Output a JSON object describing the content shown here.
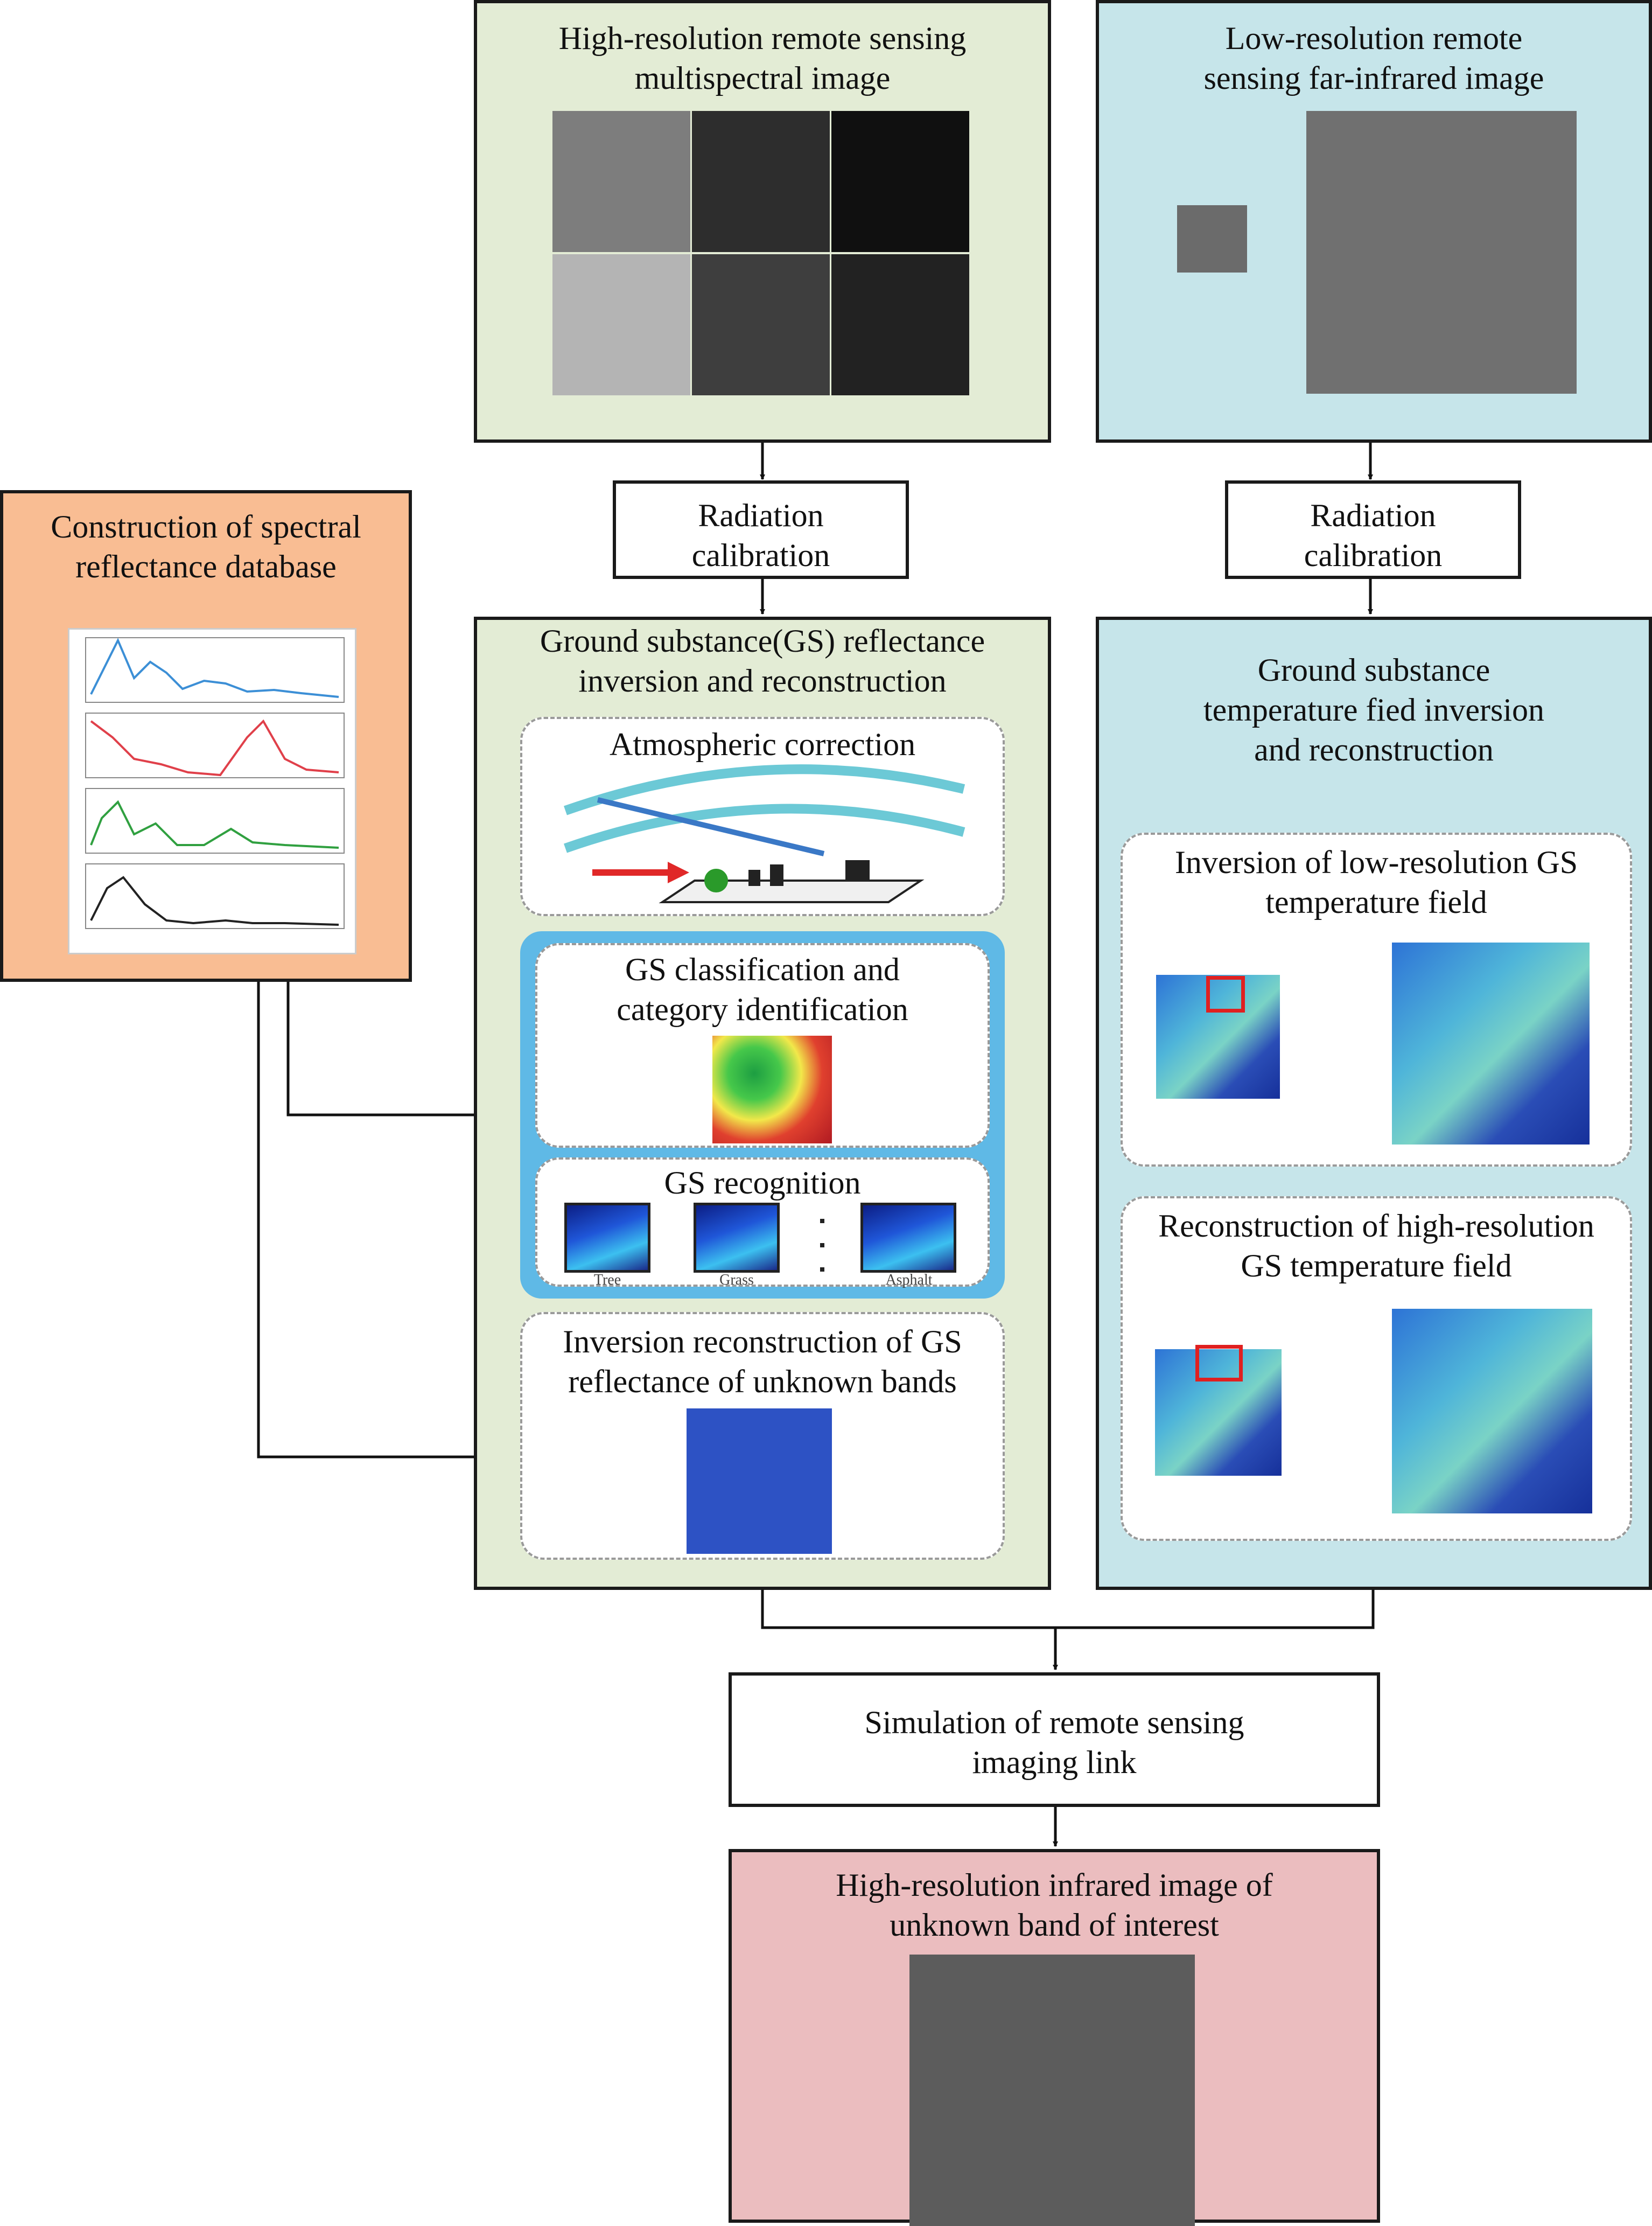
{
  "hr_multispectral": {
    "title": "High-resolution remote sensing\nmultispectral image"
  },
  "lr_far_infrared": {
    "title": "Low-resolution remote\nsensing far-infrared image"
  },
  "radiation_calibration_left": {
    "label": "Radiation\ncalibration"
  },
  "radiation_calibration_right": {
    "label": "Radiation\ncalibration"
  },
  "spectral_database": {
    "title": "Construction of spectral\nreflectance database"
  },
  "gs_reflectance": {
    "title": "Ground substance(GS) reflectance\ninversion and reconstruction",
    "atmospheric": "Atmospheric correction",
    "classification": "GS classification and\ncategory identification",
    "recognition": "GS recognition",
    "recognition_labels": [
      "Tree",
      "Grass",
      "Asphalt"
    ],
    "unknown_bands": "Inversion reconstruction of GS\nreflectance of unknown bands"
  },
  "gs_temperature": {
    "title": "Ground substance\ntemperature fied inversion\nand reconstruction",
    "low_res": "Inversion of low-resolution GS\ntemperature field",
    "high_res": "Reconstruction of high-resolution\nGS temperature field"
  },
  "simulation": {
    "label": "Simulation of remote sensing\nimaging link"
  },
  "output": {
    "title": "High-resolution infrared image of\nunknown band of interest"
  },
  "colors": {
    "green_panel": "#e3ecd5",
    "blue_panel": "#c6e5ea",
    "orange_panel": "#f9bd93",
    "pink_panel": "#ebbdbf",
    "zoom_red": "#e02020",
    "cyan_panel": "#5fb9e6"
  }
}
